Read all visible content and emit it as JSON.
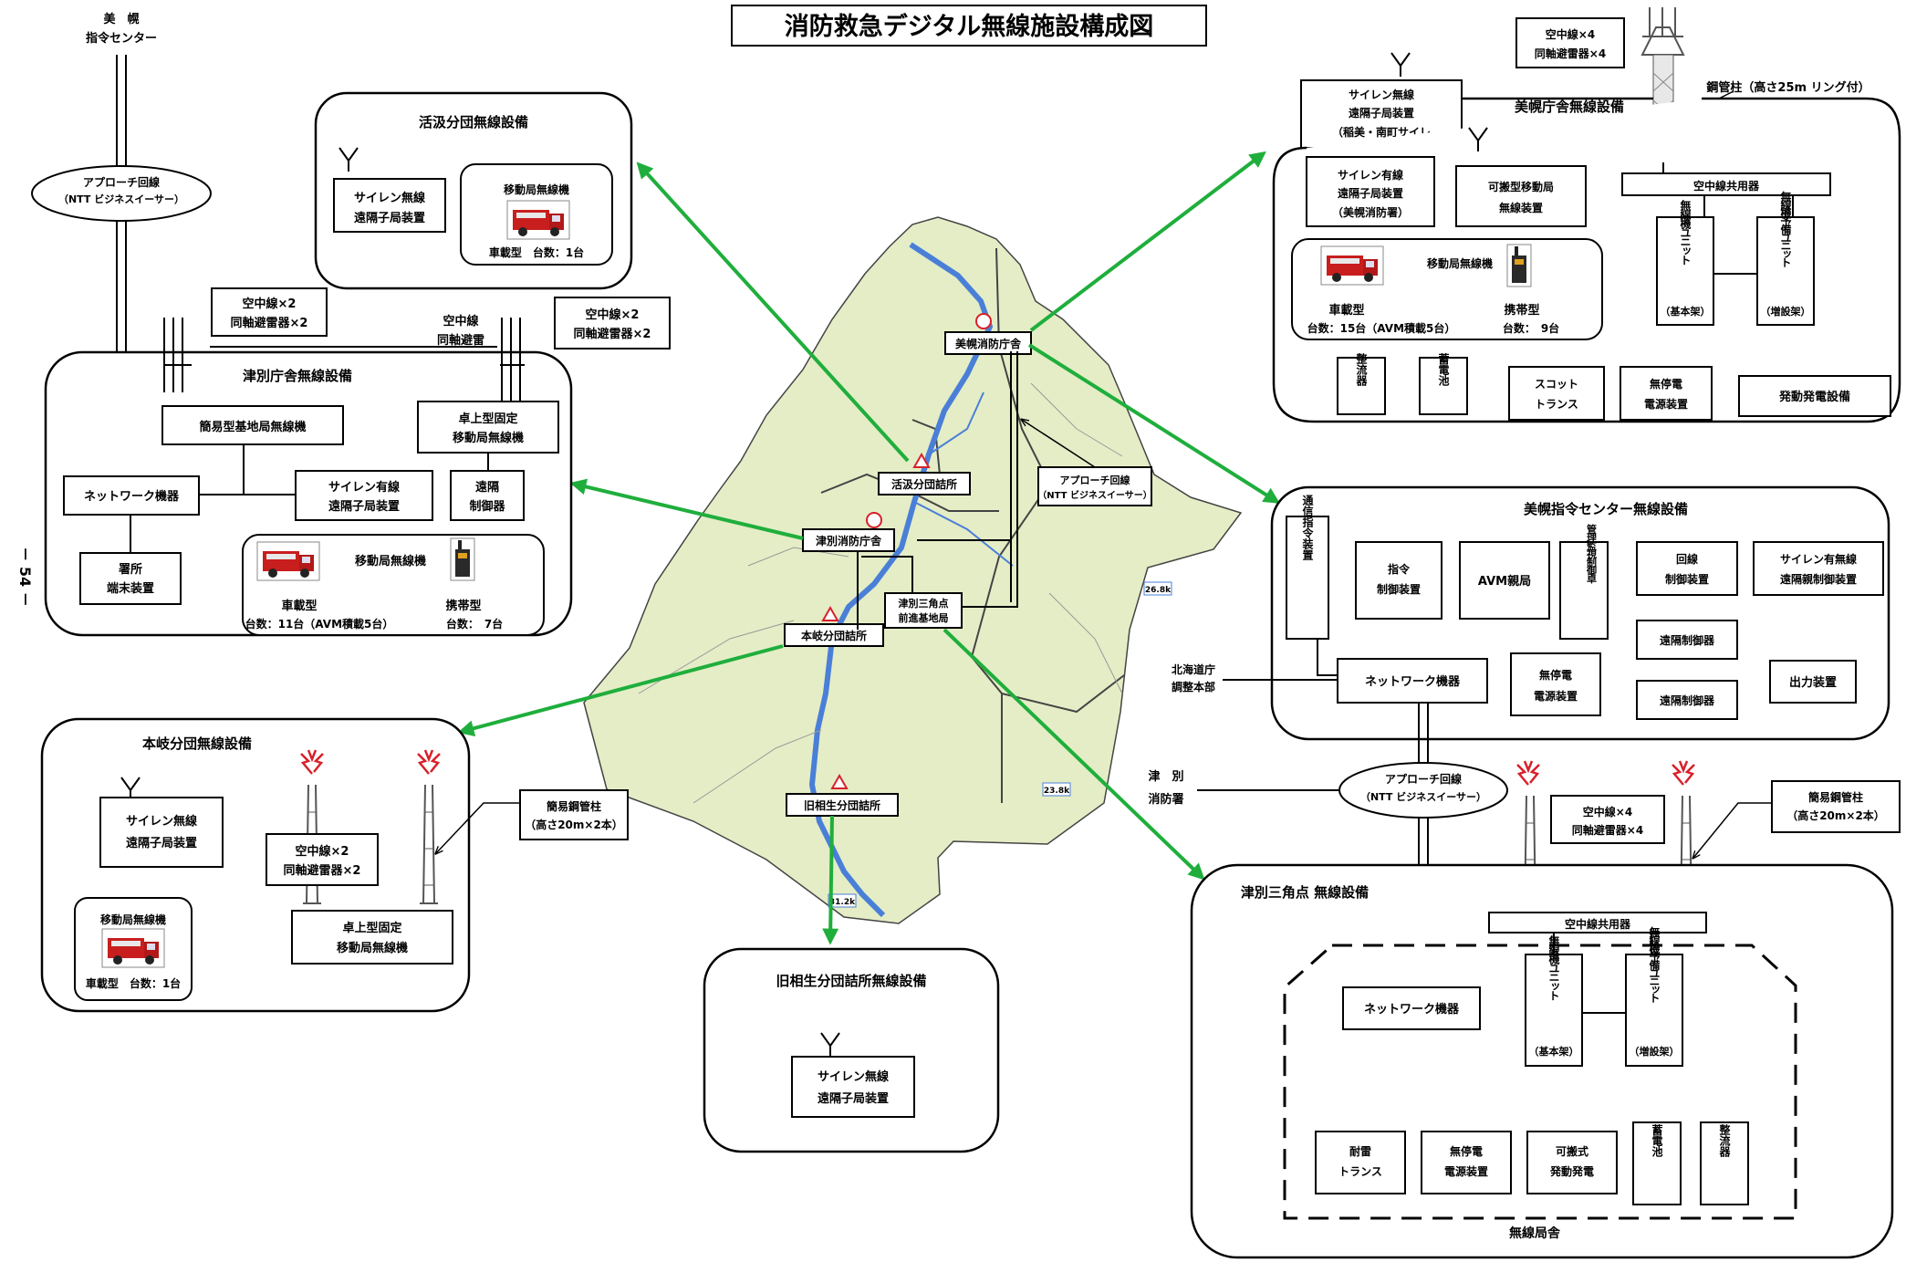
{
  "title": "消防救急デジタル無線施設構成図",
  "page_number": "－ 54 －",
  "colors": {
    "arrow": "#1fae3c",
    "map_land": "#e4edc6",
    "river": "#4a7fd8",
    "truck": "#c81e1e"
  },
  "top_left": {
    "center": "美　幌",
    "center2": "指令センター",
    "approach": "アプローチ回線",
    "approach2": "（NTT ビジネスイーサー）"
  },
  "kappo": {
    "title": "活汲分団無線設備",
    "siren1": "サイレン無線",
    "siren2": "遠隔子局装置",
    "mobile": "移動局無線機",
    "count": "車載型　台数：1台"
  },
  "tsubetsu": {
    "title": "津別庁舎無線設備",
    "ant_left1": "空中線×2",
    "ant_left2": "同軸避雷器×2",
    "ant_mid1": "空中線",
    "ant_mid2": "同軸避雷",
    "ant_right1": "空中線×2",
    "ant_right2": "同軸避雷器×2",
    "base": "簡易型基地局無線機",
    "desk1": "卓上型固定",
    "desk2": "移動局無線機",
    "network": "ネットワーク機器",
    "siren_wired1": "サイレン有線",
    "siren_wired2": "遠隔子局装置",
    "remote1": "遠隔",
    "remote2": "制御器",
    "terminal1": "署所",
    "terminal2": "端末装置",
    "mobile": "移動局無線機",
    "car": "車載型",
    "car_count": "台数：11台（AVM積載5台）",
    "portable": "携帯型",
    "portable_count": "台数：　7台"
  },
  "honki": {
    "title": "本岐分団無線設備",
    "siren1": "サイレン無線",
    "siren2": "遠隔子局装置",
    "ant1": "空中線×2",
    "ant2": "同軸避雷器×2",
    "pole1": "簡易鋼管柱",
    "pole2": "（高さ20m×2本）",
    "mobile": "移動局無線機",
    "count": "車載型　台数：1台",
    "desk1": "卓上型固定",
    "desk2": "移動局無線機"
  },
  "kyu": {
    "title": "旧相生分団詰所無線設備",
    "siren1": "サイレン無線",
    "siren2": "遠隔子局装置"
  },
  "bihoro_office": {
    "ant1": "空中線×4",
    "ant2": "同軸避雷器×4",
    "tower": "鋼管柱（高さ25m リング付）",
    "siren1": "サイレン無線",
    "siren2": "遠隔子局装置",
    "siren3": "（稲美・南町サイレ",
    "title": "美幌庁舎無線設備",
    "wired1": "サイレン有線",
    "wired2": "遠隔子局装置",
    "wired3": "（美幌消防署）",
    "portable1": "可搬型移動局",
    "portable2": "無線装置",
    "share": "空中線共用器",
    "unit1": "無線機ユニット",
    "unit1b": "（基本架）",
    "unit2": "無線機予備ユニット",
    "unit2b": "（増設架）",
    "mobile": "移動局無線機",
    "car": "車載型",
    "car_count": "台数：15台（AVM積載5台）",
    "portable": "携帯型",
    "portable_count": "台数：　9台",
    "rectifier": "整流器",
    "battery": "蓄電池",
    "scott1": "スコット",
    "scott2": "トランス",
    "ups1": "無停電",
    "ups2": "電源装置",
    "generator": "発動発電設備"
  },
  "bihoro_center": {
    "title": "美幌指令センター無線設備",
    "comm": "通信指令装置",
    "cmd1": "指令",
    "cmd2": "制御装置",
    "avm": "AVM親局",
    "mgmt": "管理監視制御卓",
    "line1": "回線",
    "line2": "制御装置",
    "siren1": "サイレン有無線",
    "siren2": "遠隔親制御装置",
    "remote_a": "遠隔制御器",
    "network": "ネットワーク機器",
    "ups1": "無停電",
    "ups2": "電源装置",
    "remote_b": "遠隔制御器",
    "output": "出力装置",
    "hokkaido1": "北海道庁",
    "hokkaido2": "調整本部"
  },
  "mid_right": {
    "tsubetsu1": "津　別",
    "tsubetsu2": "消防署",
    "approach1": "アプローチ回線",
    "approach2": "（NTT ビジネスイーサー）",
    "ant1": "空中線×4",
    "ant2": "同軸避雷器×4",
    "pole1": "簡易鋼管柱",
    "pole2": "（高さ20m×2本）"
  },
  "sankaku": {
    "title": "津別三角点 無線設備",
    "share": "空中線共用器",
    "network": "ネットワーク機器",
    "unit1": "無線機ユニット",
    "unit1b": "（基本架）",
    "unit2": "無線機予備ユニット",
    "unit2b": "（増設架）",
    "trans1": "耐雷",
    "trans2": "トランス",
    "ups1": "無停電",
    "ups2": "電源装置",
    "gen1": "可搬式",
    "gen2": "発動発電",
    "battery": "蓄電池",
    "rectifier": "整流器",
    "shed": "無線局舎"
  },
  "map": {
    "bihoro_fs": "美幌消防庁舎",
    "kappo": "活汲分団詰所",
    "tsubetsu_fs": "津別消防庁舎",
    "honki": "本岐分団詰所",
    "sankaku1": "津別三角点",
    "sankaku2": "前進基地局",
    "kyu": "旧相生分団詰所",
    "approach1": "アプローチ回線",
    "approach2": "（NTT ビジネスイーサー）",
    "km1": "26.8k",
    "km2": "23.8k",
    "km3": "31.2k"
  }
}
